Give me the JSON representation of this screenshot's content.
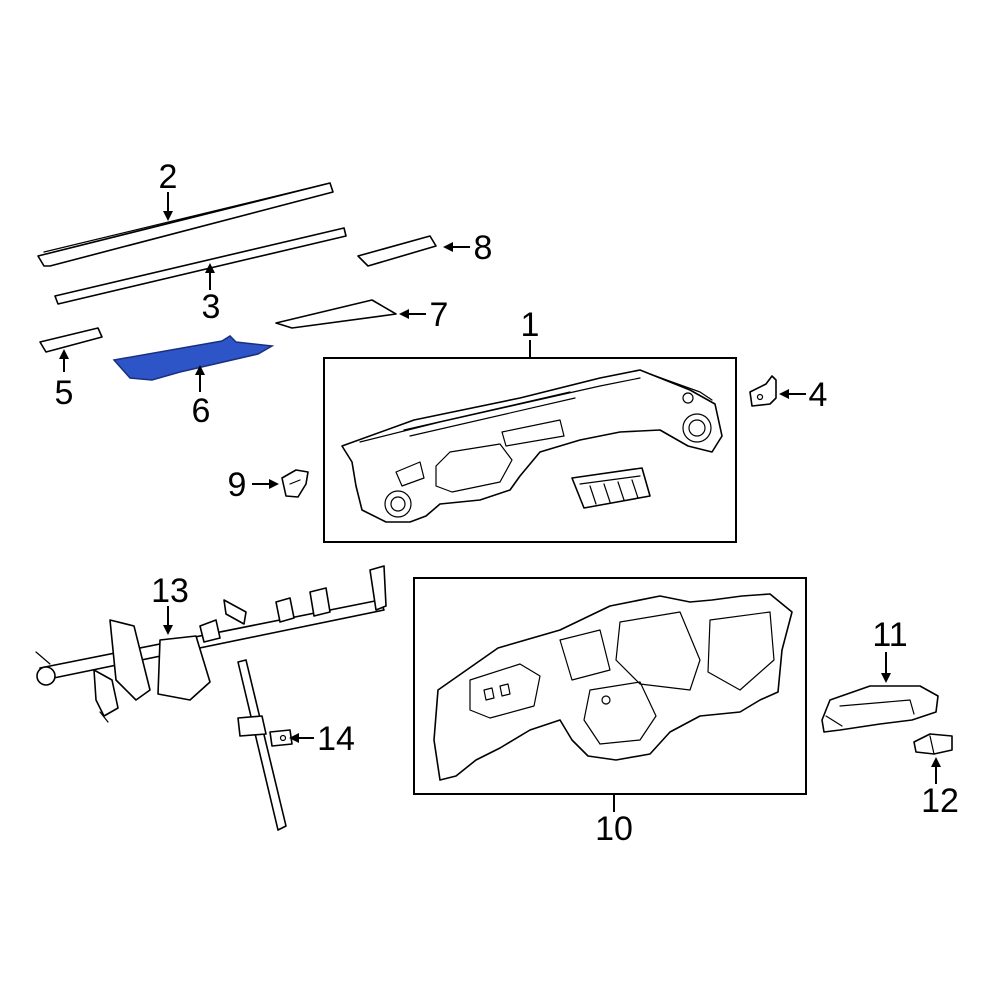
{
  "highlight_color": "#2e55c8",
  "highlighted_part": "6",
  "callouts": [
    {
      "key": "c1",
      "label": "1"
    },
    {
      "key": "c2",
      "label": "2"
    },
    {
      "key": "c3",
      "label": "3"
    },
    {
      "key": "c4",
      "label": "4"
    },
    {
      "key": "c5",
      "label": "5"
    },
    {
      "key": "c6",
      "label": "6"
    },
    {
      "key": "c7",
      "label": "7"
    },
    {
      "key": "c8",
      "label": "8"
    },
    {
      "key": "c9",
      "label": "9"
    },
    {
      "key": "c10",
      "label": "10"
    },
    {
      "key": "c11",
      "label": "11"
    },
    {
      "key": "c12",
      "label": "12"
    },
    {
      "key": "c13",
      "label": "13"
    },
    {
      "key": "c14",
      "label": "14"
    }
  ]
}
